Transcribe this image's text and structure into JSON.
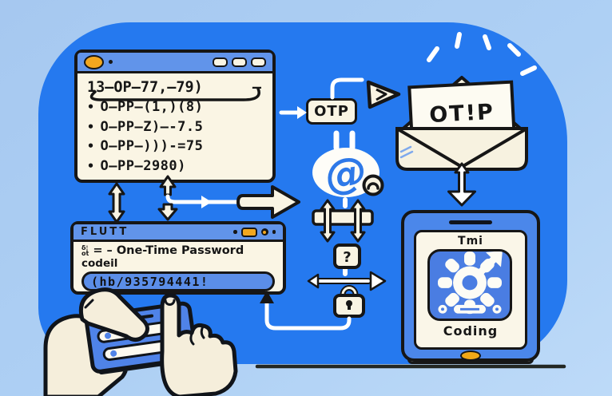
{
  "scene": {
    "colors": {
      "background": "#aed0f4",
      "panel_blue": "#2579ef",
      "titlebar_blue": "#6194ea",
      "cream": "#faf5e4",
      "orange": "#f2a71f",
      "tablet_blue": "#4b87ea",
      "card_blue": "#4f83e8",
      "at_glyph_blue": "#2e79e8",
      "outline": "#161616"
    }
  },
  "code_window": {
    "heading": "13—OP—77,—79)",
    "heading_dash": "—",
    "lines": [
      {
        "bullet": "•",
        "text": "O—PP—(1,)(8)"
      },
      {
        "bullet": "•",
        "text": "O—PP—Z)—-7.5"
      },
      {
        "bullet": "•",
        "text": "O—PP—)))-=75"
      },
      {
        "bullet": "•",
        "text": "O—PP—2980)"
      }
    ]
  },
  "otp_box": {
    "label": "OTP"
  },
  "at_bubble": {
    "symbol": "@"
  },
  "question_box": {
    "label": "?"
  },
  "envelope": {
    "label": "OT!P"
  },
  "flutter_window": {
    "title": "FLUTT",
    "symbol_top": "δ¦",
    "symbol_bottom": "οt",
    "line1": "= – One-Time Password",
    "line2": "codeil",
    "input_value": "(hb/935794441!"
  },
  "tablet": {
    "top_label": "Tmi",
    "bottom_label": "Coding"
  }
}
